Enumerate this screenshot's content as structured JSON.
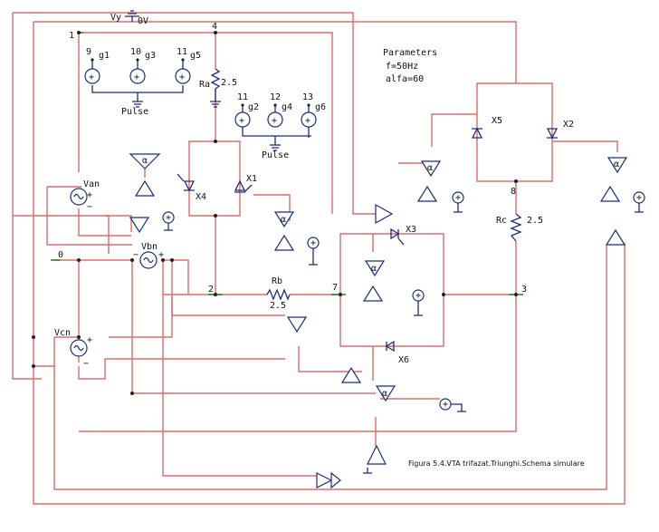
{
  "ground_label": "Vy",
  "ground_value": "0V",
  "parameters": {
    "title": "Parameters",
    "freq": "f=50Hz",
    "alfa": "alfa=60"
  },
  "caption": "Figura 5.4.VTA trifazat.Triunghi.Schema simulare",
  "nodes": {
    "n1": "1",
    "n4": "4",
    "n0": "0",
    "n2": "2",
    "n7": "7",
    "n3": "3",
    "n8": "8"
  },
  "gate_sources_top": {
    "nums": [
      "9",
      "10",
      "11"
    ],
    "names": [
      "g1",
      "g3",
      "g5"
    ],
    "label": "Pulse"
  },
  "gate_sources_mid": {
    "nums": [
      "11",
      "12",
      "13"
    ],
    "names": [
      "g2",
      "g4",
      "g6"
    ],
    "label": "Pulse"
  },
  "resistors": {
    "ra": {
      "name": "Ra",
      "value": "2.5"
    },
    "rb": {
      "name": "Rb",
      "value": "2.5"
    },
    "rc": {
      "name": "Rc",
      "value": "2.5"
    }
  },
  "thyristors": [
    "X1",
    "X2",
    "X3",
    "X4",
    "X5",
    "X6"
  ],
  "sources": {
    "van": "Van",
    "vbn": "Vbn",
    "vcn": "Vcn"
  },
  "opamp_symbol": "α",
  "plus": "+",
  "minus": "−",
  "icons": [
    "ground-icon",
    "ac-source-icon",
    "dc-source-icon",
    "resistor-icon",
    "thyristor-icon",
    "comparator-icon",
    "alpha-block-icon"
  ]
}
